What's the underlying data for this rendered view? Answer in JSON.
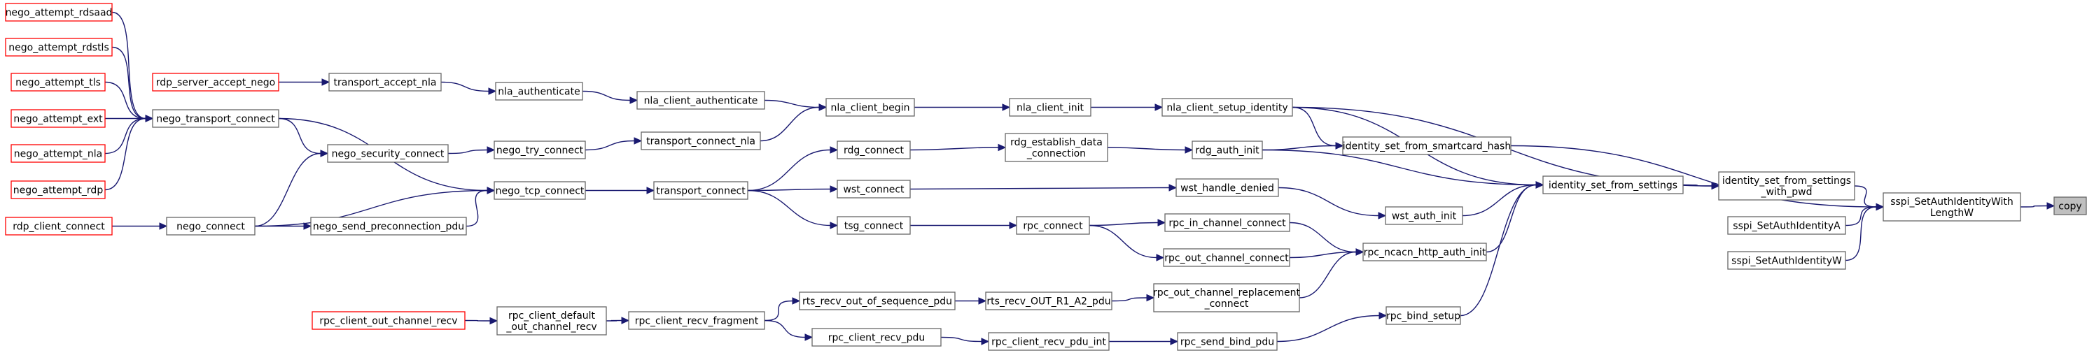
{
  "colors": {
    "edge": "#191970",
    "node_border": "#666666",
    "external_border": "#ff0000",
    "root_fill": "#bfbfbf",
    "background": "#ffffff"
  },
  "nodes": [
    {
      "id": "copy",
      "lines": [
        "copy"
      ],
      "kind": "root"
    },
    {
      "id": "sspi_SetAuthIdentityWithLengthW",
      "lines": [
        "sspi_SetAuthIdentityWith",
        "LengthW"
      ]
    },
    {
      "id": "identity_set_from_settings_with_pwd",
      "lines": [
        "identity_set_from_settings",
        "_with_pwd"
      ]
    },
    {
      "id": "sspi_SetAuthIdentityA",
      "lines": [
        "sspi_SetAuthIdentityA"
      ]
    },
    {
      "id": "sspi_SetAuthIdentityW",
      "lines": [
        "sspi_SetAuthIdentityW"
      ]
    },
    {
      "id": "identity_set_from_settings",
      "lines": [
        "identity_set_from_settings"
      ]
    },
    {
      "id": "identity_set_from_smartcard_hash",
      "lines": [
        "identity_set_from_smartcard_hash"
      ]
    },
    {
      "id": "nla_client_setup_identity",
      "lines": [
        "nla_client_setup_identity"
      ]
    },
    {
      "id": "rdg_auth_init",
      "lines": [
        "rdg_auth_init"
      ]
    },
    {
      "id": "wst_auth_init",
      "lines": [
        "wst_auth_init"
      ]
    },
    {
      "id": "rpc_ncacn_http_auth_init",
      "lines": [
        "rpc_ncacn_http_auth_init"
      ]
    },
    {
      "id": "rpc_bind_setup",
      "lines": [
        "rpc_bind_setup"
      ]
    },
    {
      "id": "nla_client_init",
      "lines": [
        "nla_client_init"
      ]
    },
    {
      "id": "rdg_establish_data_connection",
      "lines": [
        "rdg_establish_data",
        "_connection"
      ]
    },
    {
      "id": "wst_handle_denied",
      "lines": [
        "wst_handle_denied"
      ]
    },
    {
      "id": "rpc_in_channel_connect",
      "lines": [
        "rpc_in_channel_connect"
      ]
    },
    {
      "id": "rpc_out_channel_connect",
      "lines": [
        "rpc_out_channel_connect"
      ]
    },
    {
      "id": "rpc_out_channel_replacement_connect",
      "lines": [
        "rpc_out_channel_replacement",
        "_connect"
      ]
    },
    {
      "id": "rpc_send_bind_pdu",
      "lines": [
        "rpc_send_bind_pdu"
      ]
    },
    {
      "id": "nla_client_begin",
      "lines": [
        "nla_client_begin"
      ]
    },
    {
      "id": "rdg_connect",
      "lines": [
        "rdg_connect"
      ]
    },
    {
      "id": "wst_connect",
      "lines": [
        "wst_connect"
      ]
    },
    {
      "id": "rpc_connect",
      "lines": [
        "rpc_connect"
      ]
    },
    {
      "id": "rts_recv_OUT_R1_A2_pdu",
      "lines": [
        "rts_recv_OUT_R1_A2_pdu"
      ]
    },
    {
      "id": "rpc_client_recv_pdu_int",
      "lines": [
        "rpc_client_recv_pdu_int"
      ]
    },
    {
      "id": "nla_client_authenticate",
      "lines": [
        "nla_client_authenticate"
      ]
    },
    {
      "id": "transport_connect_nla",
      "lines": [
        "transport_connect_nla"
      ]
    },
    {
      "id": "transport_connect",
      "lines": [
        "transport_connect"
      ]
    },
    {
      "id": "tsg_connect",
      "lines": [
        "tsg_connect"
      ]
    },
    {
      "id": "rts_recv_out_of_sequence_pdu",
      "lines": [
        "rts_recv_out_of_sequence_pdu"
      ]
    },
    {
      "id": "rpc_client_recv_pdu",
      "lines": [
        "rpc_client_recv_pdu"
      ]
    },
    {
      "id": "nla_authenticate",
      "lines": [
        "nla_authenticate"
      ]
    },
    {
      "id": "nego_try_connect",
      "lines": [
        "nego_try_connect"
      ]
    },
    {
      "id": "nego_tcp_connect",
      "lines": [
        "nego_tcp_connect"
      ]
    },
    {
      "id": "rpc_client_recv_fragment",
      "lines": [
        "rpc_client_recv_fragment"
      ]
    },
    {
      "id": "transport_accept_nla",
      "lines": [
        "transport_accept_nla"
      ]
    },
    {
      "id": "nego_security_connect",
      "lines": [
        "nego_security_connect"
      ]
    },
    {
      "id": "nego_send_preconnection_pdu",
      "lines": [
        "nego_send_preconnection_pdu"
      ]
    },
    {
      "id": "rpc_client_default_out_channel_recv",
      "lines": [
        "rpc_client_default",
        "_out_channel_recv"
      ]
    },
    {
      "id": "rdp_server_accept_nego",
      "lines": [
        "rdp_server_accept_nego"
      ],
      "kind": "ext"
    },
    {
      "id": "nego_transport_connect",
      "lines": [
        "nego_transport_connect"
      ]
    },
    {
      "id": "nego_connect",
      "lines": [
        "nego_connect"
      ]
    },
    {
      "id": "rpc_client_out_channel_recv",
      "lines": [
        "rpc_client_out_channel_recv"
      ],
      "kind": "ext"
    },
    {
      "id": "nego_attempt_rdsaad",
      "lines": [
        "nego_attempt_rdsaad"
      ],
      "kind": "ext"
    },
    {
      "id": "nego_attempt_rdstls",
      "lines": [
        "nego_attempt_rdstls"
      ],
      "kind": "ext"
    },
    {
      "id": "nego_attempt_tls",
      "lines": [
        "nego_attempt_tls"
      ],
      "kind": "ext"
    },
    {
      "id": "nego_attempt_ext",
      "lines": [
        "nego_attempt_ext"
      ],
      "kind": "ext"
    },
    {
      "id": "nego_attempt_nla",
      "lines": [
        "nego_attempt_nla"
      ],
      "kind": "ext"
    },
    {
      "id": "nego_attempt_rdp",
      "lines": [
        "nego_attempt_rdp"
      ],
      "kind": "ext"
    },
    {
      "id": "rdp_client_connect",
      "lines": [
        "rdp_client_connect"
      ],
      "kind": "ext"
    }
  ],
  "edges": [
    {
      "from": "sspi_SetAuthIdentityWithLengthW",
      "to": "copy"
    },
    {
      "from": "identity_set_from_settings_with_pwd",
      "to": "sspi_SetAuthIdentityWithLengthW"
    },
    {
      "from": "sspi_SetAuthIdentityA",
      "to": "sspi_SetAuthIdentityWithLengthW"
    },
    {
      "from": "sspi_SetAuthIdentityW",
      "to": "sspi_SetAuthIdentityWithLengthW"
    },
    {
      "from": "identity_set_from_smartcard_hash",
      "to": "sspi_SetAuthIdentityWithLengthW"
    },
    {
      "from": "identity_set_from_settings",
      "to": "identity_set_from_settings_with_pwd"
    },
    {
      "from": "nla_client_setup_identity",
      "to": "identity_set_from_settings_with_pwd"
    },
    {
      "from": "nla_client_setup_identity",
      "to": "identity_set_from_settings"
    },
    {
      "from": "rdg_auth_init",
      "to": "identity_set_from_settings"
    },
    {
      "from": "wst_auth_init",
      "to": "identity_set_from_settings"
    },
    {
      "from": "rpc_ncacn_http_auth_init",
      "to": "identity_set_from_settings"
    },
    {
      "from": "rpc_bind_setup",
      "to": "identity_set_from_settings"
    },
    {
      "from": "nla_client_setup_identity",
      "to": "identity_set_from_smartcard_hash"
    },
    {
      "from": "rdg_auth_init",
      "to": "identity_set_from_smartcard_hash"
    },
    {
      "from": "nla_client_init",
      "to": "nla_client_setup_identity"
    },
    {
      "from": "rdg_establish_data_connection",
      "to": "rdg_auth_init"
    },
    {
      "from": "wst_handle_denied",
      "to": "wst_auth_init"
    },
    {
      "from": "rpc_in_channel_connect",
      "to": "rpc_ncacn_http_auth_init"
    },
    {
      "from": "rpc_out_channel_connect",
      "to": "rpc_ncacn_http_auth_init"
    },
    {
      "from": "rpc_out_channel_replacement_connect",
      "to": "rpc_ncacn_http_auth_init"
    },
    {
      "from": "rpc_send_bind_pdu",
      "to": "rpc_bind_setup"
    },
    {
      "from": "nla_client_begin",
      "to": "nla_client_init"
    },
    {
      "from": "rdg_connect",
      "to": "rdg_establish_data_connection"
    },
    {
      "from": "wst_connect",
      "to": "wst_handle_denied"
    },
    {
      "from": "rpc_connect",
      "to": "rpc_in_channel_connect"
    },
    {
      "from": "rpc_connect",
      "to": "rpc_out_channel_connect"
    },
    {
      "from": "rts_recv_OUT_R1_A2_pdu",
      "to": "rpc_out_channel_replacement_connect"
    },
    {
      "from": "rpc_client_recv_pdu_int",
      "to": "rpc_send_bind_pdu"
    },
    {
      "from": "nla_client_authenticate",
      "to": "nla_client_begin"
    },
    {
      "from": "transport_connect_nla",
      "to": "nla_client_begin"
    },
    {
      "from": "transport_connect",
      "to": "rdg_connect"
    },
    {
      "from": "transport_connect",
      "to": "wst_connect"
    },
    {
      "from": "transport_connect",
      "to": "tsg_connect"
    },
    {
      "from": "tsg_connect",
      "to": "rpc_connect"
    },
    {
      "from": "rts_recv_out_of_sequence_pdu",
      "to": "rts_recv_OUT_R1_A2_pdu"
    },
    {
      "from": "rpc_client_recv_pdu",
      "to": "rpc_client_recv_pdu_int"
    },
    {
      "from": "nla_authenticate",
      "to": "nla_client_authenticate"
    },
    {
      "from": "nego_try_connect",
      "to": "transport_connect_nla"
    },
    {
      "from": "nego_tcp_connect",
      "to": "transport_connect"
    },
    {
      "from": "rpc_client_recv_fragment",
      "to": "rts_recv_out_of_sequence_pdu"
    },
    {
      "from": "rpc_client_recv_fragment",
      "to": "rpc_client_recv_pdu"
    },
    {
      "from": "transport_accept_nla",
      "to": "nla_authenticate"
    },
    {
      "from": "nego_security_connect",
      "to": "nego_try_connect"
    },
    {
      "from": "nego_transport_connect",
      "to": "nego_tcp_connect"
    },
    {
      "from": "nego_connect",
      "to": "nego_tcp_connect"
    },
    {
      "from": "nego_send_preconnection_pdu",
      "to": "nego_tcp_connect"
    },
    {
      "from": "rpc_client_default_out_channel_recv",
      "to": "rpc_client_recv_fragment"
    },
    {
      "from": "rdp_server_accept_nego",
      "to": "transport_accept_nla"
    },
    {
      "from": "nego_transport_connect",
      "to": "nego_security_connect"
    },
    {
      "from": "nego_connect",
      "to": "nego_security_connect"
    },
    {
      "from": "nego_connect",
      "to": "nego_send_preconnection_pdu"
    },
    {
      "from": "rpc_client_out_channel_recv",
      "to": "rpc_client_default_out_channel_recv"
    },
    {
      "from": "nego_attempt_rdsaad",
      "to": "nego_transport_connect"
    },
    {
      "from": "nego_attempt_rdstls",
      "to": "nego_transport_connect"
    },
    {
      "from": "nego_attempt_tls",
      "to": "nego_transport_connect"
    },
    {
      "from": "nego_attempt_ext",
      "to": "nego_transport_connect"
    },
    {
      "from": "nego_attempt_nla",
      "to": "nego_transport_connect"
    },
    {
      "from": "nego_attempt_rdp",
      "to": "nego_transport_connect"
    },
    {
      "from": "rdp_client_connect",
      "to": "nego_connect"
    }
  ]
}
